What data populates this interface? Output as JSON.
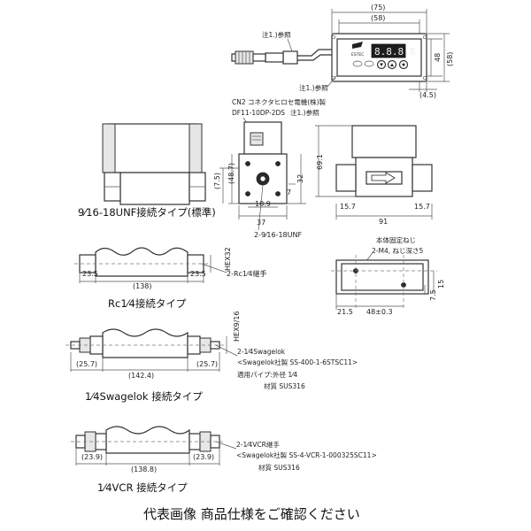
{
  "display": {
    "dims": {
      "w75": "(75)",
      "w58": "(58)",
      "h48": "48",
      "h58": "(58)",
      "d45": "(4.5)"
    },
    "note_top": "注1.)参照",
    "note_bottom": "注1.)参照",
    "readout": "8.8.8.8",
    "brand": "ESTEC"
  },
  "connector": {
    "line1": "CN2 コネクタヒロセ電機(株)製",
    "line2": "DF11-10DP-2DS",
    "note": "注1.)参照"
  },
  "front_view": {
    "dims": {
      "d7_5": "(7.5)",
      "d48_7": "(48.7)",
      "d7": "7",
      "d32": "32",
      "d18_9": "18.9",
      "d37": "37"
    },
    "thread": "2-9⁄16-18UNF"
  },
  "side_view": {
    "dims": {
      "d69_1": "69.1",
      "d15_7a": "15.7",
      "d15_7b": "15.7",
      "d91": "91"
    }
  },
  "unf": {
    "caption": "9⁄16-18UNF接続タイプ(標準)"
  },
  "rc": {
    "dims": {
      "d23_5a": "23.5",
      "d23_5b": "23.5",
      "d138": "(138)",
      "hex": "HEX32"
    },
    "fitting": "2-Rc1⁄4継手",
    "caption": "Rc1⁄4接続タイプ"
  },
  "mount": {
    "note1": "本体固定ねじ",
    "note2": "2-M4, ねじ深さ5",
    "dims": {
      "d21_5": "21.5",
      "d48": "48±0.3",
      "d7_5": "7.5",
      "d15": "15"
    }
  },
  "swagelok": {
    "hex": "HEX9/16",
    "dims": {
      "d25_7a": "(25.7)",
      "d25_7b": "(25.7)",
      "d142_4": "(142.4)"
    },
    "label1": "2-1⁄4Swagelok",
    "label2": "<Swagelok社製 SS-400-1-6STSC11>",
    "label3": "適用パイプ:外径 1⁄4",
    "label4": "材質 SUS316",
    "caption": "1⁄4Swagelok 接続タイプ"
  },
  "vcr": {
    "dims": {
      "d23_9a": "(23.9)",
      "d23_9b": "(23.9)",
      "d138_8": "(138.8)"
    },
    "label1": "2-1⁄4VCR継手",
    "label2": "<Swagelok社製 SS-4-VCR-1-000325SC11>",
    "label3": "材質 SUS316",
    "caption": "1⁄4VCR 接続タイプ"
  },
  "footer": "代表画像 商品仕様をご確認ください"
}
